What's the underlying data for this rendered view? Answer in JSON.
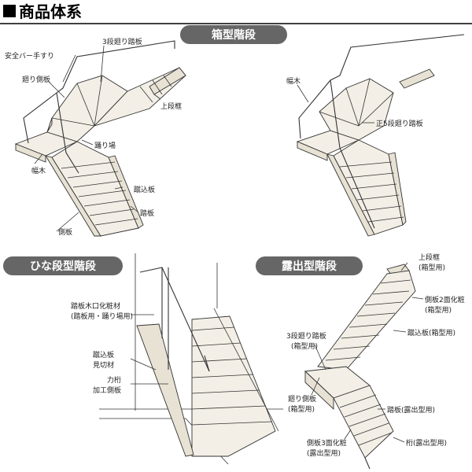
{
  "header": {
    "title": "商品体系"
  },
  "sections": {
    "box": {
      "title": "箱型階段"
    },
    "hina": {
      "title": "ひな段型階段"
    },
    "roshutsu": {
      "title": "露出型階段"
    }
  },
  "labels": {
    "box_left": {
      "safety_rail": "安全バー手すり",
      "winder_3": "3段廻り踏板",
      "winder_side": "廻り側板",
      "upper_frame": "上段框",
      "landing": "踊り場",
      "habaki": "幅木",
      "riser": "蹴込板",
      "tread": "踏板",
      "stringer": "側板"
    },
    "box_right": {
      "habaki": "幅木",
      "winder_5": "正5段廻り踏板"
    },
    "hina": {
      "tread_material_1": "踏板木口化粧材",
      "tread_material_2": "(踏板用・踊り場用)",
      "riser_1": "蹴込板",
      "riser_2": "見切材",
      "girder_1": "力桁",
      "girder_2": "加工側板"
    },
    "roshutsu": {
      "upper_frame_1": "上段框",
      "upper_frame_2": "(箱型用)",
      "side2_1": "側板2面化粧",
      "side2_2": "(箱型用)",
      "riser": "蹴込板(箱型用)",
      "winder3_1": "3段廻り踏板",
      "winder3_2": "(箱型用)",
      "winder_side_1": "廻り側板",
      "winder_side_2": "(箱型用)",
      "tread": "踏板(露出型用)",
      "side3_1": "側板3面化粧",
      "side3_2": "(露出型用)",
      "girder": "桁(露出型用)"
    }
  },
  "colors": {
    "pill": "#666666",
    "line": "#333333",
    "wood": "#f3efe6"
  }
}
